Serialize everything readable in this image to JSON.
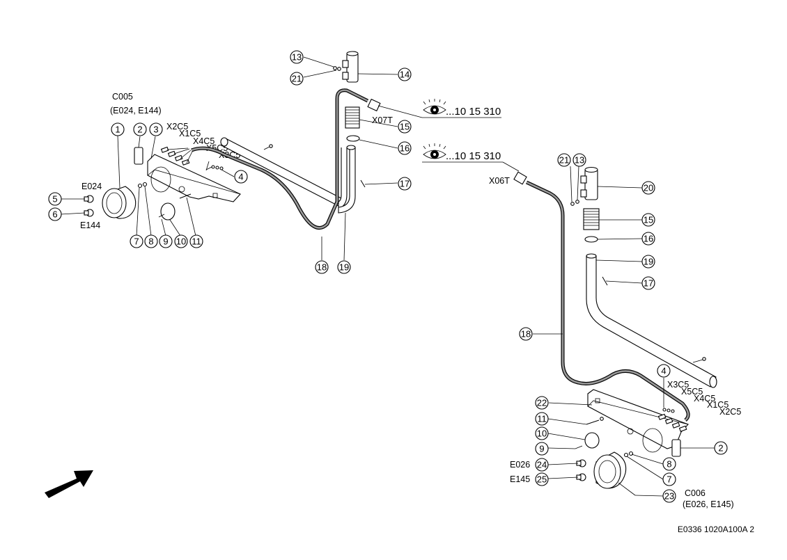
{
  "left": {
    "connector": "C005",
    "lamps": "(E024, E144)",
    "bulb_upper": "E024",
    "bulb_lower": "E144",
    "plugs": [
      "X2C5",
      "X1C5",
      "X4C5",
      "X5C5",
      "X3C5"
    ],
    "plug_cable_end": "X07T",
    "see_ref": "...10 15 310"
  },
  "right": {
    "connector": "C006",
    "lamps": "(E026, E145)",
    "bulb_upper": "E026",
    "bulb_lower": "E145",
    "plugs": [
      "X3C5",
      "X5C5",
      "X4C5",
      "X1C5",
      "X2C5"
    ],
    "plug_cable_end": "X06T",
    "see_ref": "...10 15 310"
  },
  "callouts": {
    "c1": "1",
    "c2": "2",
    "c3": "3",
    "c4": "4",
    "c5": "5",
    "c6": "6",
    "c7": "7",
    "c8": "8",
    "c9": "9",
    "c10": "10",
    "c11": "11",
    "c13": "13",
    "c14": "14",
    "c15": "15",
    "c16": "16",
    "c17": "17",
    "c18": "18",
    "c19": "19",
    "c20": "20",
    "c21": "21",
    "c22": "22",
    "c23": "23",
    "c24": "24",
    "c25": "25"
  },
  "drawing_number": "E0336 1020A100A 2"
}
